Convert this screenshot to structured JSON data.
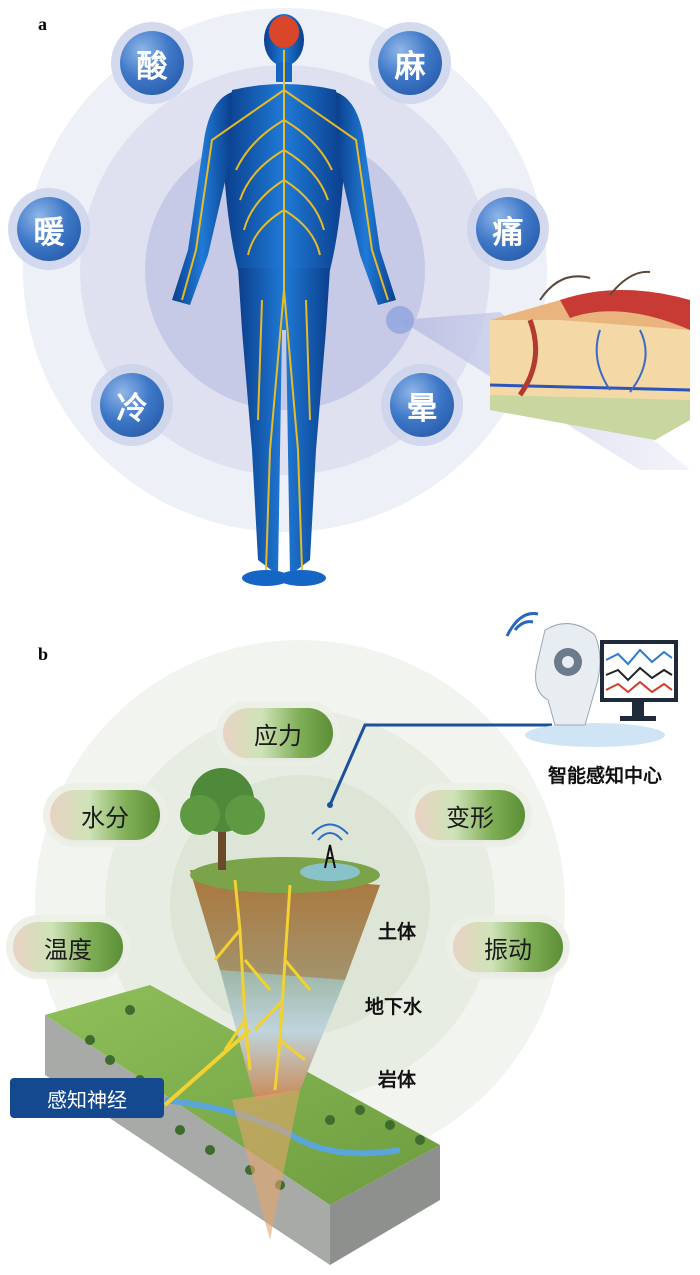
{
  "panel_a": {
    "label": "a",
    "sensations": [
      "酸",
      "麻",
      "暖",
      "痛",
      "冷",
      "晕"
    ]
  },
  "panel_b": {
    "label": "b",
    "factors": [
      "应力",
      "水分",
      "变形",
      "温度",
      "振动"
    ],
    "layers": [
      "土体",
      "地下水",
      "岩体"
    ],
    "center": "智能感知中心",
    "nerve": "感知神经"
  },
  "colors": {
    "bubble_blue": "#2f66b8",
    "halo": "#c9cde6",
    "nerve_yellow": "#f2c01e",
    "body_blue": "#0f5fc0",
    "pill_green": "#6a9e42",
    "line_blue": "#1c4f9c"
  }
}
